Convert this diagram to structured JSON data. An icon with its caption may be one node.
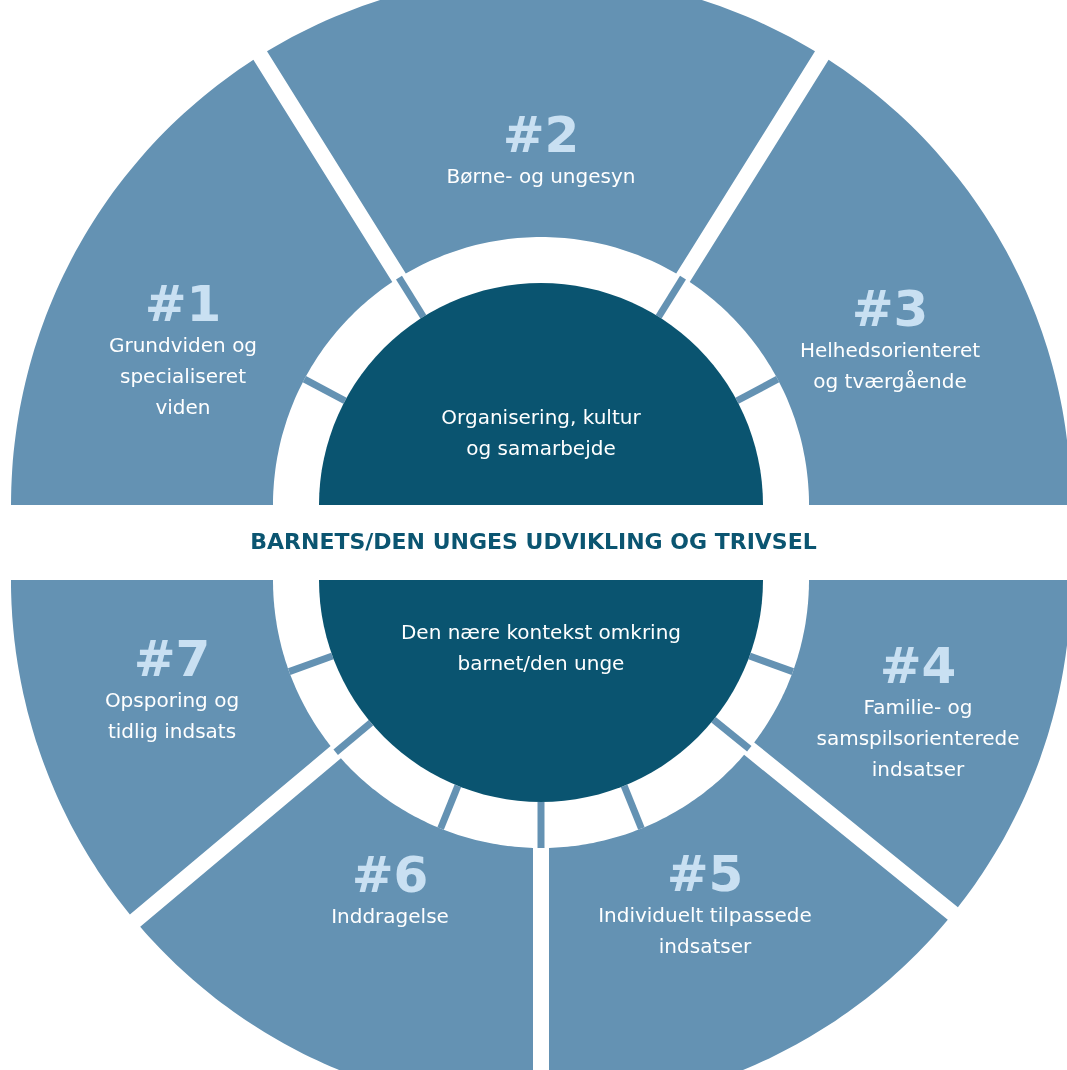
{
  "diagram": {
    "nodes": [
      {
        "text": [
          "#1",
          "Grundviden og specialiseret viden"
        ]
      },
      {
        "text": [
          "#2",
          "Børne- og ungesyn"
        ]
      },
      {
        "text": [
          "#3",
          "Helhedsorienteret og tværgående"
        ]
      },
      {
        "text": [
          "Organisering, kultur og samarbejde"
        ]
      },
      {
        "text": [
          "Den nære kontekst omkring barnet/den unge"
        ]
      },
      {
        "text": [
          "#4",
          "Familie- og samspilsorienterede indsatser"
        ]
      },
      {
        "text": [
          "#5",
          "Individuelt tilpassede indsatser"
        ]
      },
      {
        "text": [
          "#6",
          "Inddragelse"
        ]
      },
      {
        "text": [
          "#7",
          "Opsporing og tidlig indsats"
        ]
      }
    ],
    "edges": [],
    "labels": [
      "BARNETS/DEN UNGES UDVIKLING OG TRIVSEL"
    ]
  }
}
